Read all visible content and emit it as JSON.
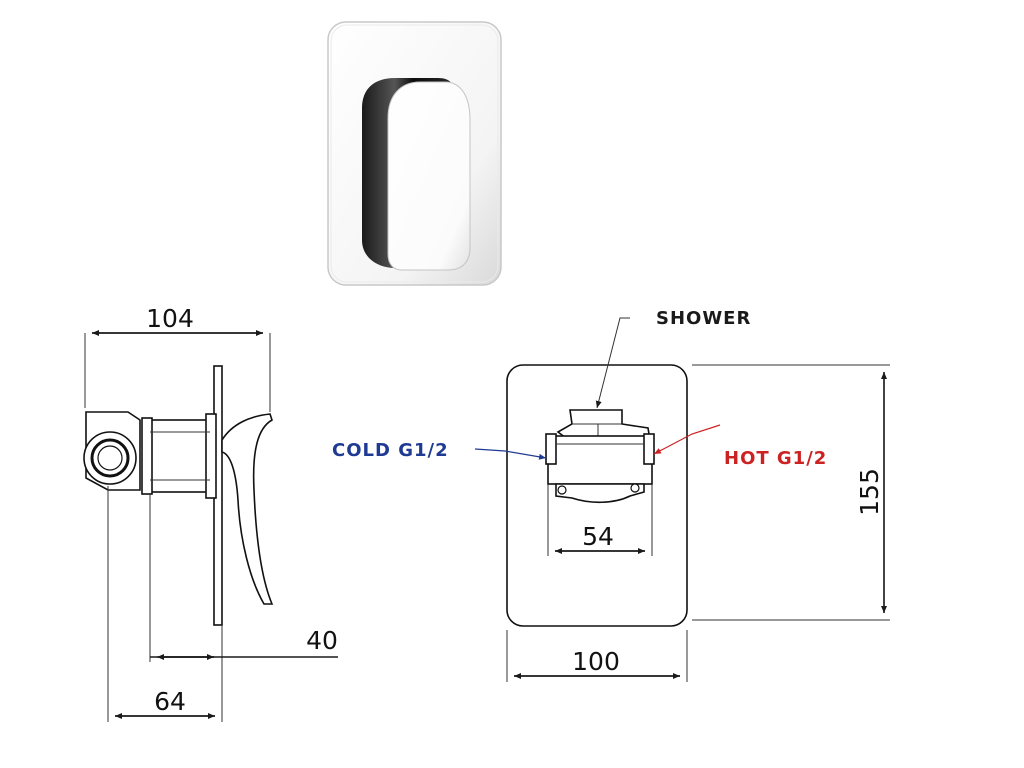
{
  "dimensions": {
    "side_width": "104",
    "side_depth_40": "40",
    "side_depth_64": "64",
    "front_inlet_spacing": "54",
    "front_width": "100",
    "front_height": "155"
  },
  "labels": {
    "shower": "SHOWER",
    "cold": "COLD  G1/2",
    "hot": "HOT G1/2"
  },
  "colors": {
    "cold": "#1f3a93",
    "hot": "#cc2222",
    "line": "#1a1a1a"
  }
}
